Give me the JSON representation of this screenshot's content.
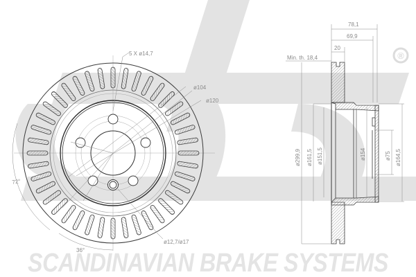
{
  "watermark": {
    "logo": "sbs",
    "registered_mark": "®",
    "color": "#e2e2e2"
  },
  "brand": {
    "tagline": "SCANDINAVIAN BRAKE SYSTEMS"
  },
  "front_view": {
    "bolt_holes_label": "5 X ø14,7",
    "pcd_label": "ø104",
    "centering_label": "ø120",
    "screw_hole_label": "ø12,7/ø17",
    "angle_72": "72°",
    "angle_36": "36°",
    "vent_count": 40
  },
  "section_view": {
    "overall_height_label": "78,1",
    "hat_height_label": "69,9",
    "thickness_label": "20",
    "min_thickness_label": "Min. th. 18,4",
    "diameters": {
      "outer": "ø299,9",
      "d161": "ø161,5",
      "d151": "ø151,5",
      "d154": "ø154",
      "center_bore": "ø75",
      "hat_outer": "ø164,5"
    }
  },
  "colors": {
    "line": "#3a3a3a",
    "thin_line": "#9a9a9a",
    "dim_text": "#8a8a8a",
    "hatch": "#7a7a7a"
  }
}
